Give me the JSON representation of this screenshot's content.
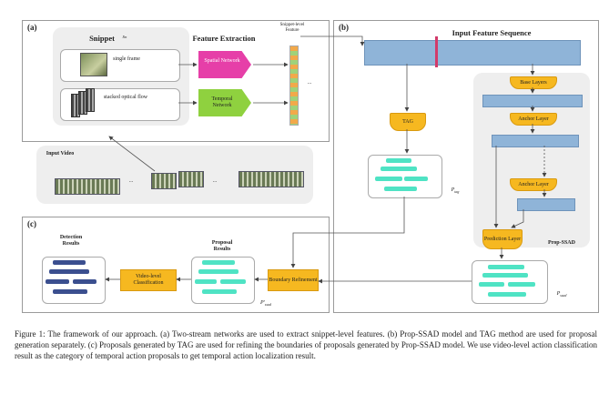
{
  "panel_a": {
    "label": "(a)",
    "snippet_title": "Snippet",
    "snippet_var": "sₙ",
    "feature_extraction_title": "Feature Extraction",
    "snippet_level_feature": "Snippet-level Feature",
    "single_frame": "single frame",
    "stacked_optical_flow": "stacked optical flow",
    "spatial_network": "Spatial Network",
    "temporal_network": "Temporal Network",
    "input_video": "Input Video",
    "ellipsis": "..."
  },
  "panel_b": {
    "label": "(b)",
    "input_feature_sequence": "Input Feature Sequence",
    "base_layers": "Base Layers",
    "anchor_layer_1": "Anchor Layer",
    "anchor_layer_2": "Anchor Layer",
    "prediction_layer": "Prediction Layer",
    "tag": "TAG",
    "prop_ssad": "Prop-SSAD",
    "p_tag": "P",
    "p_tag_sub": "tag",
    "p_ssad": "P",
    "p_ssad_sub": "ssad"
  },
  "panel_c": {
    "label": "(c)",
    "detection_results": "Detection Results",
    "proposal_results": "Proposal Results",
    "video_level_classification": "Video-level Classification",
    "boundary_refinement": "Boundary Refinement",
    "p_ssad_prime": "P'",
    "p_ssad_prime_sub": "ssad"
  },
  "caption": "Figure 1: The framework of our approach. (a) Two-stream networks are used to extract snippet-level features. (b) Prop-SSAD model and TAG method are used for proposal generation separately. (c) Proposals generated by TAG are used for refining the boundaries of proposals generated by Prop-SSAD model. We use video-level action classification result as the category of temporal action proposals to get temporal action localization result.",
  "colors": {
    "orange": "#f6b820",
    "teal": "#4fe3c4",
    "navy": "#3b4f8f",
    "feature_bar": "#8fb4d8",
    "spatial_network": "#e63fa8",
    "temporal_network": "#8fd13f"
  }
}
